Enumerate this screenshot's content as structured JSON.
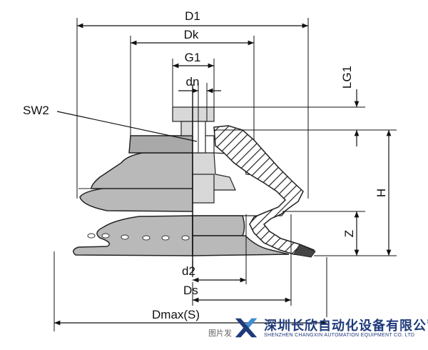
{
  "labels": {
    "d1": "D1",
    "dk": "Dk",
    "g1": "G1",
    "dn": "dn",
    "lg1": "LG1",
    "sw2": "SW2",
    "h": "H",
    "z": "Z",
    "d2": "d2",
    "ds": "Ds",
    "dmax": "Dmax(S)"
  },
  "watermark": {
    "source_label": "图片发",
    "company_cn": "深圳长欣自动化设备有限公司",
    "company_en": "SHENZHEN CHANGXIN AUTOMATION EQUIPMENT CO. LTD",
    "colors": {
      "brand_blue": "#1f3a7a",
      "brand_light": "#3c8fd6"
    }
  }
}
